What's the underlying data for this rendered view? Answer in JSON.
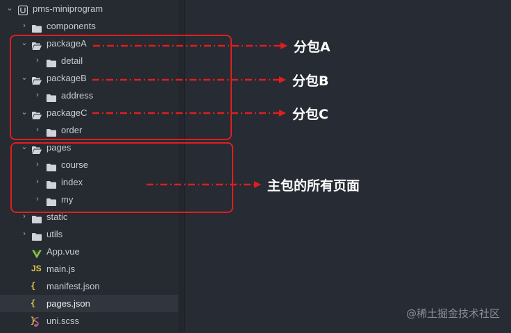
{
  "tree": {
    "root_label": "pms-miniprogram",
    "items": [
      {
        "label": "components"
      },
      {
        "label": "packageA"
      },
      {
        "label": "detail"
      },
      {
        "label": "packageB"
      },
      {
        "label": "address"
      },
      {
        "label": "packageC"
      },
      {
        "label": "order"
      },
      {
        "label": "pages"
      },
      {
        "label": "course"
      },
      {
        "label": "index"
      },
      {
        "label": "my"
      },
      {
        "label": "static"
      },
      {
        "label": "utils"
      },
      {
        "label": "App.vue"
      },
      {
        "label": "main.js"
      },
      {
        "label": "manifest.json"
      },
      {
        "label": "pages.json"
      },
      {
        "label": "uni.scss"
      }
    ],
    "selected": "pages.json"
  },
  "annotations": {
    "package_a": "分包A",
    "package_b": "分包B",
    "package_c": "分包C",
    "main_pages": "主包的所有页面"
  },
  "icons": {
    "root": "project-icon",
    "folder": "folder-icon",
    "vue": "vue-icon",
    "js": "JS",
    "json": "{ }",
    "scss": "scss-icon"
  },
  "colors": {
    "annotation": "#e01e1e",
    "folder": "#d0d4da",
    "json_icon": "#e6c84c",
    "vue_icon": "#8bc34a",
    "scss_icon": "#cd6799"
  },
  "watermark": "@稀土掘金技术社区"
}
